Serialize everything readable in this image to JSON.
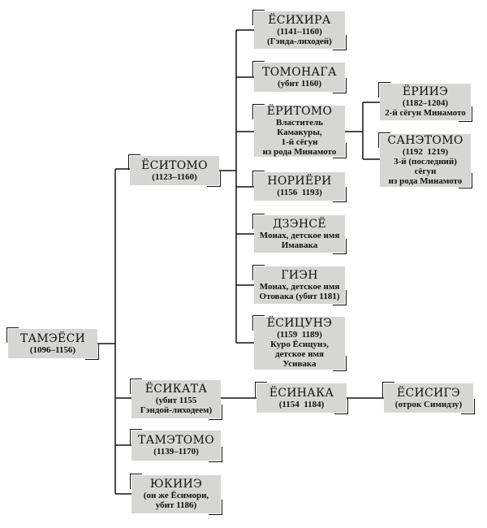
{
  "people": {
    "tameesi": {
      "name": "ТАМЭЁСИ",
      "lines": [
        "(1096–1156)"
      ]
    },
    "esitomo": {
      "name": "ЁСИТОМО",
      "lines": [
        "(1123–1160)"
      ]
    },
    "esihira": {
      "name": "ЁСИХИРА",
      "lines": [
        "(1141–1160)",
        "(Гэнда-лиходей)"
      ]
    },
    "tomonaga": {
      "name": "ТОМОНАГА",
      "lines": [
        "(убит 1160)"
      ]
    },
    "eritomo": {
      "name": "ЁРИТОМО",
      "lines": [
        "Властитель",
        "Камакуры,",
        "1-й сёгун",
        "из рода Минамото"
      ]
    },
    "norieri": {
      "name": "НОРИЁРИ",
      "lines": [
        "(1156  1193)"
      ]
    },
    "dzense": {
      "name": "ДЗЭНСЁ",
      "lines": [
        "Монах, детское имя",
        "Имавака"
      ]
    },
    "gien": {
      "name": "ГИЭН",
      "lines": [
        "Монах, детское имя",
        "Отовака (убит 1181)"
      ]
    },
    "esicune": {
      "name": "ЁСИЦУНЭ",
      "lines": [
        "(1159  1189)",
        "Куро Ёсицунэ,",
        "детское имя",
        "Усивака"
      ]
    },
    "eriie": {
      "name": "ЁРИИЭ",
      "lines": [
        "(1182–1204)",
        "2-й сёгун Минамото"
      ]
    },
    "sanetomo": {
      "name": "САНЭТОМО",
      "lines": [
        "(1192  1219)",
        "3-й (последний)",
        "сёгун",
        "из рода Минамото"
      ]
    },
    "esikata": {
      "name": "ЁСИКАТА",
      "lines": [
        "(убит 1155",
        "Гэндой-лиходеем)"
      ]
    },
    "esinaka": {
      "name": "ЁСИНАКА",
      "lines": [
        "(1154  1184)"
      ]
    },
    "esisige": {
      "name": "ЁСИСИГЭ",
      "lines": [
        "(отрок Симидзу)"
      ]
    },
    "tametomo": {
      "name": "ТАМЭТОМО",
      "lines": [
        "(1139–1170)"
      ]
    },
    "yukiie": {
      "name": "ЮКИИЭ",
      "lines": [
        "(он же Ёсимори,",
        "убит 1186)"
      ]
    }
  }
}
